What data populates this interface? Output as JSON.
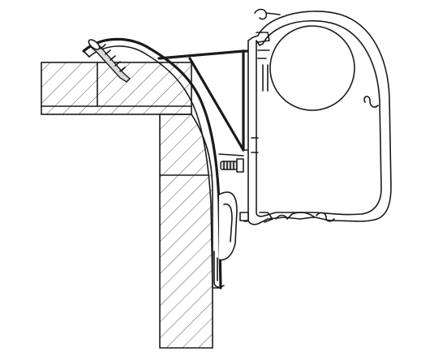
{
  "diagram": {
    "colors": {
      "line": "#1a1a1a",
      "hatch": "#555555",
      "background": "#ffffff",
      "fastener": "#d9d9d9"
    },
    "parts": [
      "roof-beam",
      "wall",
      "mounting-rail",
      "screw",
      "adapter-bracket",
      "awning-cassette",
      "fabric-roll",
      "bolt"
    ]
  }
}
